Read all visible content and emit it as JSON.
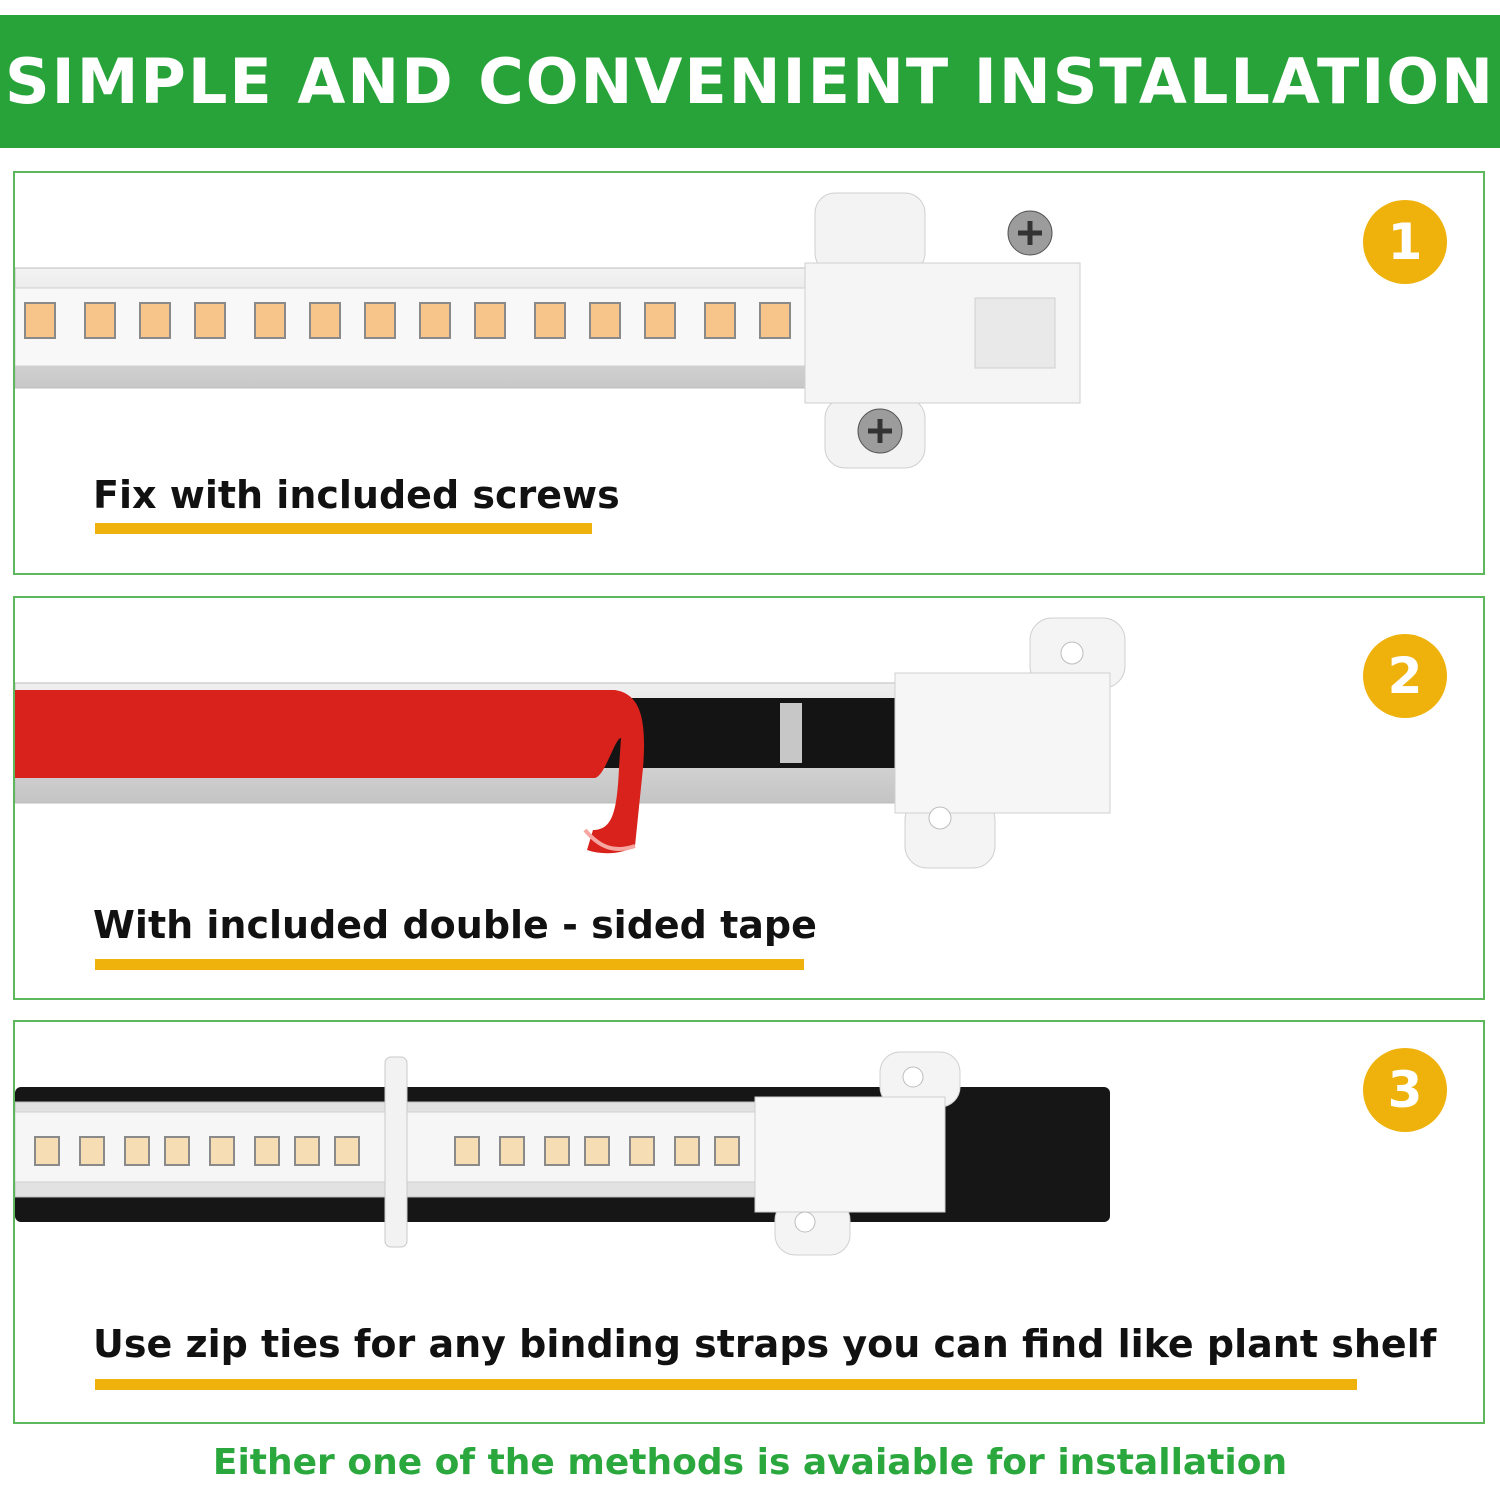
{
  "header": {
    "title": "SIMPLE AND CONVENIENT INSTALLATION"
  },
  "colors": {
    "green": "#27a339",
    "gold": "#efb20c",
    "tape_red": "#d9221c",
    "text": "#111111"
  },
  "steps": [
    {
      "number": "1",
      "caption": "Fix with included screws"
    },
    {
      "number": "2",
      "caption": "With included double - sided tape"
    },
    {
      "number": "3",
      "caption": "Use zip ties for any binding straps you can find like plant shelf"
    }
  ],
  "footer": {
    "note": "Either one of the methods is avaiable for installation"
  }
}
